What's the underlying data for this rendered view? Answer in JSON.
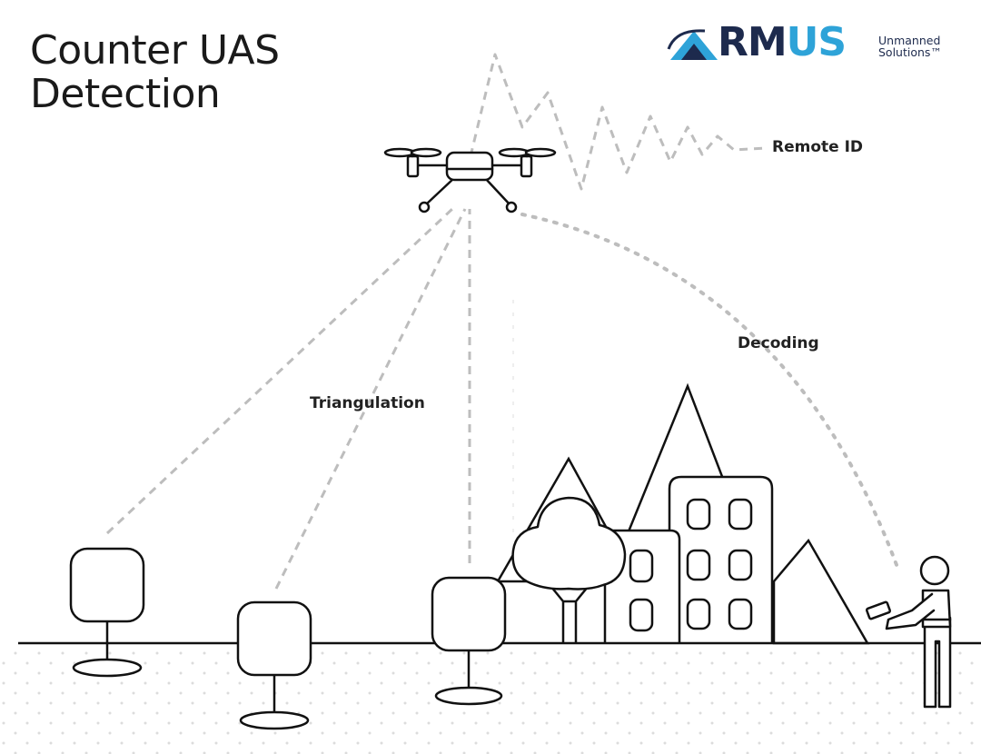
{
  "title": {
    "line1": "Counter UAS",
    "line2": "Detection"
  },
  "logo": {
    "wordmark_dark": "RM",
    "wordmark_light": "US",
    "tagline_line1": "Unmanned",
    "tagline_line2": "Solutions™",
    "brand_dark_color": "#1d2a4d",
    "brand_light_color": "#2ea3d8"
  },
  "labels": {
    "remote_id": "Remote ID",
    "decoding": "Decoding",
    "triangulation": "Triangulation"
  },
  "colors": {
    "line": "#111111",
    "dashed": "#bdbdbd",
    "dots": "#dcdcdc"
  }
}
